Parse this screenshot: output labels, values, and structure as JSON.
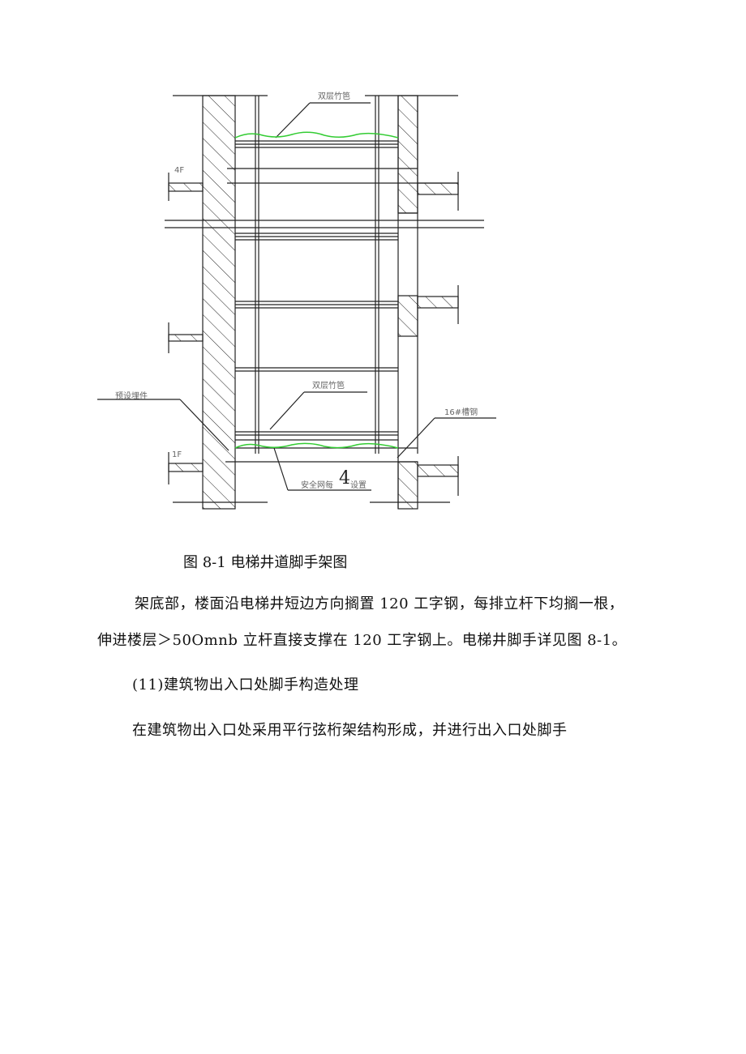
{
  "figure": {
    "labels": {
      "top_bamboo": "双层竹笆",
      "floor_4f": "4F",
      "floor_1f": "1F",
      "embedded": "预设埋件",
      "bottom_bamboo": "双层竹笆",
      "channel_steel": "16#槽钢",
      "safety_net": "安全网每",
      "safety_net_tail": "设置",
      "overlay_number": "4"
    },
    "colors": {
      "line": "#222222",
      "net": "#33cc33",
      "label": "#666666"
    }
  },
  "caption": "图 8-1 电梯井道脚手架图",
  "paragraphs": [
    "架底部，楼面沿电梯井短边方向搁置 120 工字钢，每排立杆下均搁一根，",
    "伸进楼层＞50Omnb 立杆直接支撑在 120 工字钢上。电梯井脚手详见图 8-1。",
    "(11)建筑物出入口处脚手构造处理",
    "在建筑物出入口处采用平行弦桁架结构形成，并进行出入口处脚手"
  ]
}
